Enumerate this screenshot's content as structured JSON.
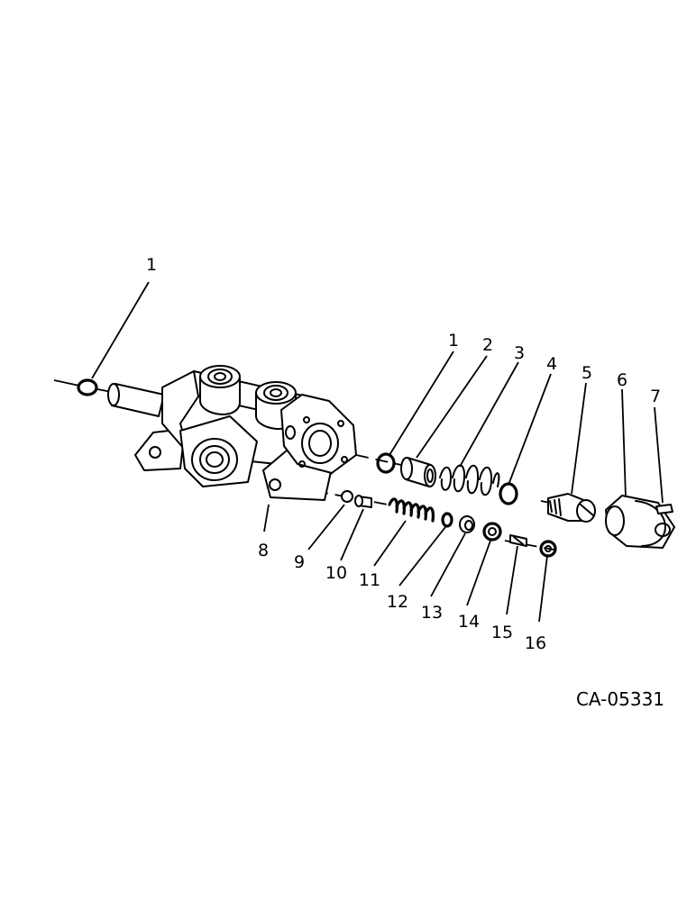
{
  "drawing_code": "CA-05331",
  "callouts": [
    {
      "id": "c1a",
      "label": "1"
    },
    {
      "id": "c1b",
      "label": "1"
    },
    {
      "id": "c2",
      "label": "2"
    },
    {
      "id": "c3",
      "label": "3"
    },
    {
      "id": "c4",
      "label": "4"
    },
    {
      "id": "c5",
      "label": "5"
    },
    {
      "id": "c6",
      "label": "6"
    },
    {
      "id": "c7",
      "label": "7"
    },
    {
      "id": "c8",
      "label": "8"
    },
    {
      "id": "c9",
      "label": "9"
    },
    {
      "id": "c10",
      "label": "10"
    },
    {
      "id": "c11",
      "label": "11"
    },
    {
      "id": "c12",
      "label": "12"
    },
    {
      "id": "c13",
      "label": "13"
    },
    {
      "id": "c14",
      "label": "14"
    },
    {
      "id": "c15",
      "label": "15"
    },
    {
      "id": "c16",
      "label": "16"
    }
  ]
}
